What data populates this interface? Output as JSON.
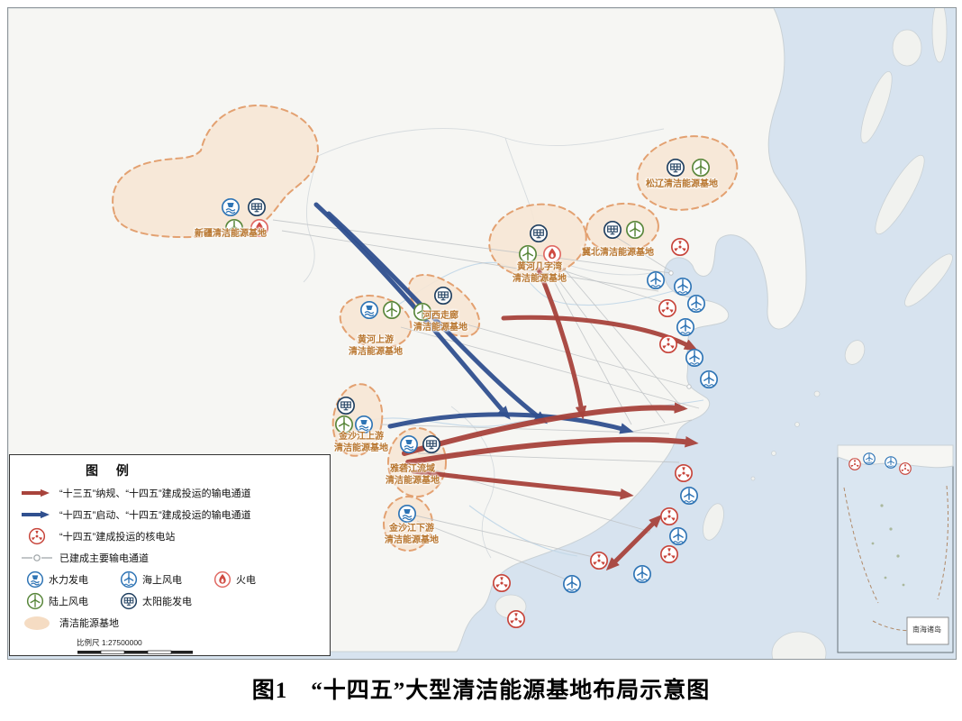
{
  "figure": {
    "caption": "图1　“十四五”大型清洁能源基地布局示意图"
  },
  "legend": {
    "title": "图 例",
    "channel_items": [
      {
        "label": "“十三五”纳规、“十四五”建成投运的输电通道"
      },
      {
        "label": "“十四五”启动、“十四五”建成投运的输电通道"
      },
      {
        "label": "“十四五”建成投运的核电站"
      },
      {
        "label": "已建成主要输电通道"
      }
    ],
    "energy_items": [
      {
        "label": "水力发电"
      },
      {
        "label": "海上风电"
      },
      {
        "label": "火电"
      },
      {
        "label": "陆上风电"
      },
      {
        "label": "太阳能发电"
      },
      {
        "label": "清洁能源基地"
      }
    ],
    "scale_label": "比例尺 1:27500000"
  },
  "bases": {
    "xinjiang": {
      "label": "新疆清洁能源基地"
    },
    "songliao": {
      "label": "松辽清洁能源基地"
    },
    "jibei": {
      "label": "冀北清洁能源基地"
    },
    "jiziwan": {
      "line1": "黄河几字湾",
      "line2": "清洁能源基地"
    },
    "hexi": {
      "line1": "河西走廊",
      "line2": "清洁能源基地"
    },
    "huanghe_shangyou": {
      "line1": "黄河上游",
      "line2": "清洁能源基地"
    },
    "jinsha_shangyou": {
      "line1": "金沙江上游",
      "line2": "清洁能源基地"
    },
    "yalongjiang": {
      "line1": "雅砻江流域",
      "line2": "清洁能源基地"
    },
    "jinsha_xiayou": {
      "line1": "金沙江下游",
      "line2": "清洁能源基地"
    }
  },
  "inset": {
    "label": "南海诸岛"
  },
  "icons": {
    "hydro": "dam-with-water",
    "onshore_wind": "wind-turbine-green",
    "offshore_wind": "wind-turbine-blue-wave",
    "thermal": "flame",
    "solar": "solar-panel",
    "nuclear": "radiation-trefoil"
  },
  "colors": {
    "sea": "#d7e3ef",
    "land": "#f6f6f3",
    "base_fill": "#f7e6d4",
    "base_border": "#e3a171",
    "red_channel": "#a8433c",
    "blue_channel": "#30508f",
    "nuclear_red": "#c7443a",
    "hydro_blue": "#2e74b5",
    "wind_green": "#58863a",
    "label_orange": "#b8762f"
  }
}
